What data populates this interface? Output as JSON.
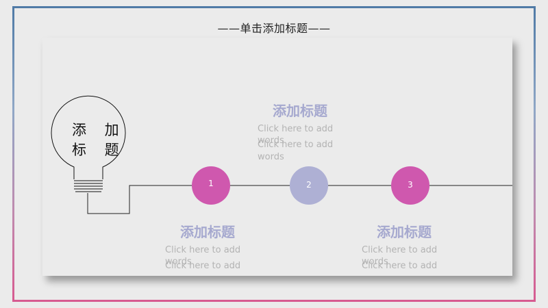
{
  "slide": {
    "title": "——单击添加标题——",
    "bulb": {
      "line1": "添 加",
      "line2": "标 题"
    },
    "nodes": [
      {
        "label": "1",
        "color": "#cf58ae"
      },
      {
        "label": "2",
        "color": "#aeb0d4"
      },
      {
        "label": "3",
        "color": "#cf58ae"
      }
    ],
    "blocks": [
      {
        "heading": "添加标题",
        "line1": "Click here to add words",
        "line2": "Click here to add words"
      },
      {
        "heading": "添加标题",
        "line1": "Click here to add words",
        "line2": "Click here to add"
      },
      {
        "heading": "添加标题",
        "line1": "Click here to add words",
        "line2": "Click here to add"
      }
    ]
  }
}
